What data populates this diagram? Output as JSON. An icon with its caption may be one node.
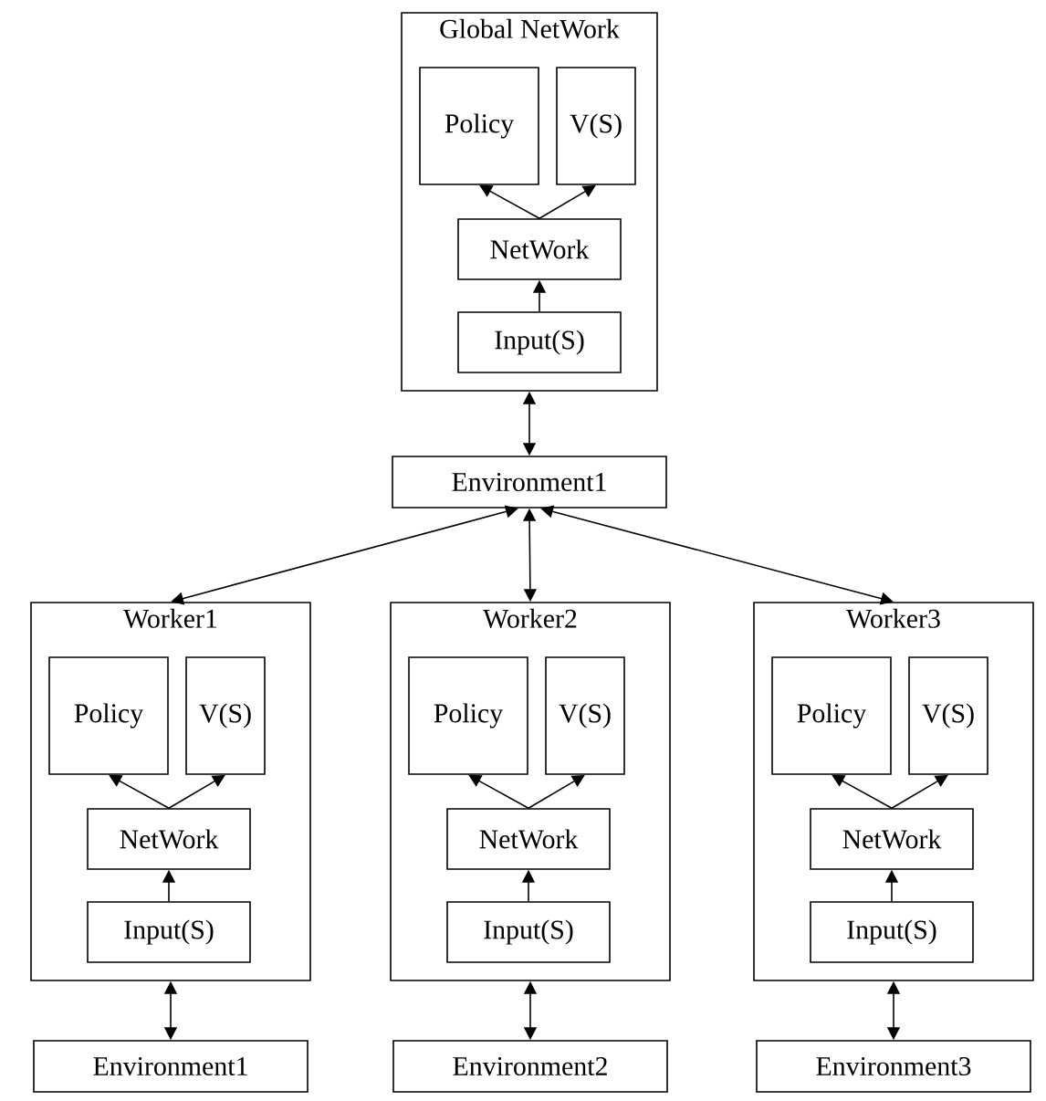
{
  "diagram": {
    "nodes": [
      {
        "text": [
          "Global NetWork"
        ]
      },
      {
        "text": [
          "Policy"
        ],
        "in": 0
      },
      {
        "text": [
          "V(S)"
        ],
        "in": 0
      },
      {
        "text": [
          "NetWork"
        ],
        "in": 0
      },
      {
        "text": [
          "Input(S)"
        ],
        "in": 0
      },
      {
        "text": [
          "Environment1"
        ]
      },
      {
        "text": [
          "Worker1"
        ]
      },
      {
        "text": [
          "Policy"
        ],
        "in": 6
      },
      {
        "text": [
          "V(S)"
        ],
        "in": 6
      },
      {
        "text": [
          "NetWork"
        ],
        "in": 6
      },
      {
        "text": [
          "Input(S)"
        ],
        "in": 6
      },
      {
        "text": [
          "Worker2"
        ]
      },
      {
        "text": [
          "Policy"
        ],
        "in": 11
      },
      {
        "text": [
          "V(S)"
        ],
        "in": 11
      },
      {
        "text": [
          "NetWork"
        ],
        "in": 11
      },
      {
        "text": [
          "Input(S)"
        ],
        "in": 11
      },
      {
        "text": [
          "Worker3"
        ]
      },
      {
        "text": [
          "Policy"
        ],
        "in": 16
      },
      {
        "text": [
          "V(S)"
        ],
        "in": 16
      },
      {
        "text": [
          "NetWork"
        ],
        "in": 16
      },
      {
        "text": [
          "Input(S)"
        ],
        "in": 16
      },
      {
        "text": [
          "Environment1"
        ]
      },
      {
        "text": [
          "Environment2"
        ]
      },
      {
        "text": [
          "Environment3"
        ]
      }
    ],
    "edges": [
      {
        "from": 4,
        "to": 3,
        "arrow": "to"
      },
      {
        "from": 3,
        "to": 1,
        "arrow": "to"
      },
      {
        "from": 3,
        "to": 2,
        "arrow": "to"
      },
      {
        "from": 0,
        "to": 5,
        "arrow": "both"
      },
      {
        "from": 5,
        "to": 6,
        "arrow": "both"
      },
      {
        "from": 5,
        "to": 11,
        "arrow": "both"
      },
      {
        "from": 5,
        "to": 16,
        "arrow": "both"
      },
      {
        "from": 10,
        "to": 9,
        "arrow": "to"
      },
      {
        "from": 9,
        "to": 7,
        "arrow": "to"
      },
      {
        "from": 9,
        "to": 8,
        "arrow": "to"
      },
      {
        "from": 15,
        "to": 14,
        "arrow": "to"
      },
      {
        "from": 14,
        "to": 12,
        "arrow": "to"
      },
      {
        "from": 14,
        "to": 13,
        "arrow": "to"
      },
      {
        "from": 20,
        "to": 19,
        "arrow": "to"
      },
      {
        "from": 19,
        "to": 17,
        "arrow": "to"
      },
      {
        "from": 19,
        "to": 18,
        "arrow": "to"
      },
      {
        "from": 6,
        "to": 21,
        "arrow": "both"
      },
      {
        "from": 11,
        "to": 22,
        "arrow": "both"
      },
      {
        "from": 16,
        "to": 23,
        "arrow": "both"
      }
    ]
  }
}
